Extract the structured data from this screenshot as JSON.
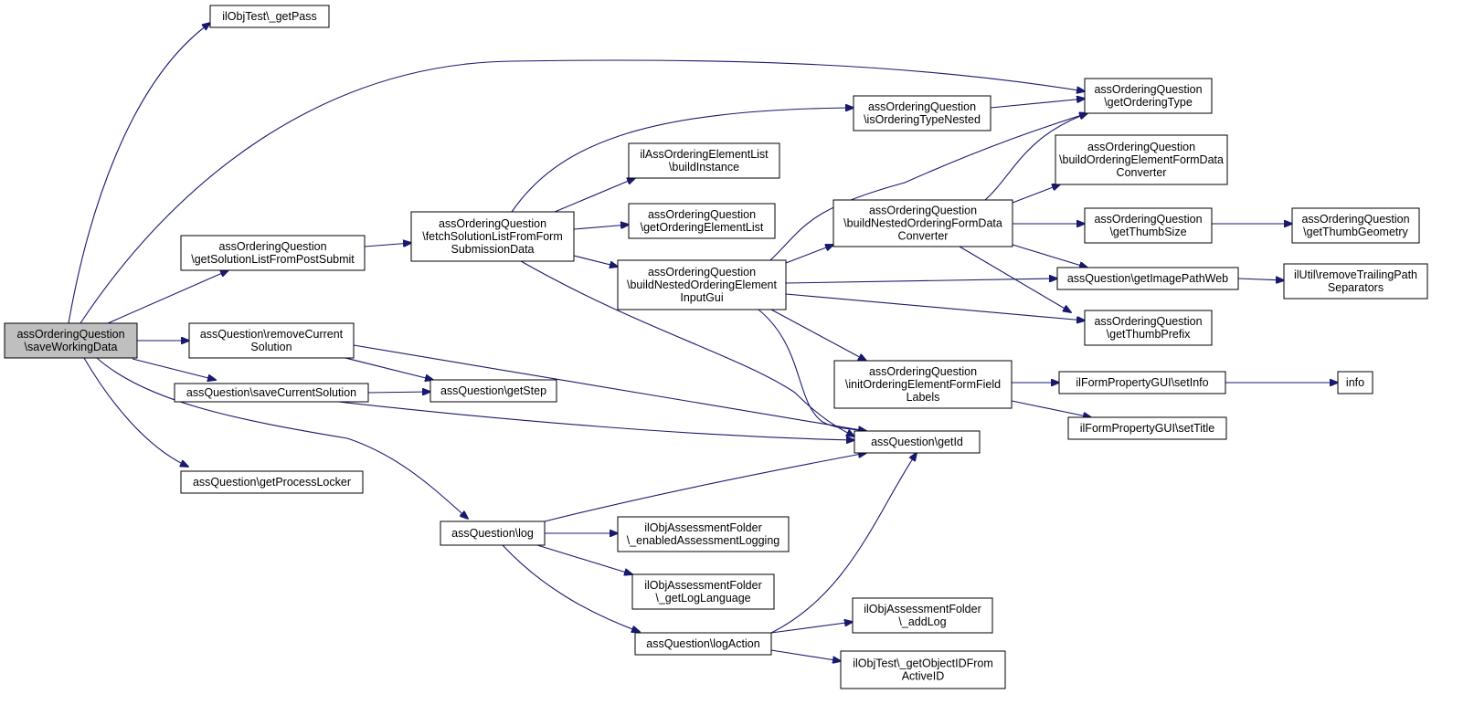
{
  "diagram": {
    "colors": {
      "edge": "#191970",
      "root_fill": "#bfbfbf",
      "node_fill": "#ffffff",
      "border": "#000000"
    },
    "nodes": [
      {
        "id": "saveWorkingData",
        "lines": [
          "assOrderingQuestion",
          "\\saveWorkingData"
        ],
        "root": true
      },
      {
        "id": "getPass",
        "lines": [
          "ilObjTest\\_getPass"
        ]
      },
      {
        "id": "getOrderingType",
        "lines": [
          "assOrderingQuestion",
          "\\getOrderingType"
        ]
      },
      {
        "id": "isOrderingTypeNested",
        "lines": [
          "assOrderingQuestion",
          "\\isOrderingTypeNested"
        ]
      },
      {
        "id": "buildInstance",
        "lines": [
          "ilAssOrderingElementList",
          "\\buildInstance"
        ]
      },
      {
        "id": "getOrderingElementList",
        "lines": [
          "assOrderingQuestion",
          "\\getOrderingElementList"
        ]
      },
      {
        "id": "buildOrderingElementFormDataConverter",
        "lines": [
          "assOrderingQuestion",
          "\\buildOrderingElementFormData",
          "Converter"
        ]
      },
      {
        "id": "getSolutionListFromPostSubmit",
        "lines": [
          "assOrderingQuestion",
          "\\getSolutionListFromPostSubmit"
        ]
      },
      {
        "id": "fetchSolutionList",
        "lines": [
          "assOrderingQuestion",
          "\\fetchSolutionListFromForm",
          "SubmissionData"
        ]
      },
      {
        "id": "buildNestedOrderingFormDataConverter",
        "lines": [
          "assOrderingQuestion",
          "\\buildNestedOrderingFormData",
          "Converter"
        ]
      },
      {
        "id": "getThumbSize",
        "lines": [
          "assOrderingQuestion",
          "\\getThumbSize"
        ]
      },
      {
        "id": "getThumbGeometry",
        "lines": [
          "assOrderingQuestion",
          "\\getThumbGeometry"
        ]
      },
      {
        "id": "buildNestedOrderingElementInputGui",
        "lines": [
          "assOrderingQuestion",
          "\\buildNestedOrderingElement",
          "InputGui"
        ]
      },
      {
        "id": "getImagePathWeb",
        "lines": [
          "assQuestion\\getImagePathWeb"
        ]
      },
      {
        "id": "removeTrailingPathSeparators",
        "lines": [
          "ilUtil\\removeTrailingPath",
          "Separators"
        ]
      },
      {
        "id": "getThumbPrefix",
        "lines": [
          "assOrderingQuestion",
          "\\getThumbPrefix"
        ]
      },
      {
        "id": "removeCurrentSolution",
        "lines": [
          "assQuestion\\removeCurrent",
          "Solution"
        ]
      },
      {
        "id": "saveCurrentSolution",
        "lines": [
          "assQuestion\\saveCurrentSolution"
        ]
      },
      {
        "id": "getStep",
        "lines": [
          "assQuestion\\getStep"
        ]
      },
      {
        "id": "initOrderingElementFormFieldLabels",
        "lines": [
          "assOrderingQuestion",
          "\\initOrderingElementFormField",
          "Labels"
        ]
      },
      {
        "id": "setInfo",
        "lines": [
          "ilFormPropertyGUI\\setInfo"
        ]
      },
      {
        "id": "info",
        "lines": [
          "info"
        ]
      },
      {
        "id": "setTitle",
        "lines": [
          "ilFormPropertyGUI\\setTitle"
        ]
      },
      {
        "id": "getId",
        "lines": [
          "assQuestion\\getId"
        ]
      },
      {
        "id": "getProcessLocker",
        "lines": [
          "assQuestion\\getProcessLocker"
        ]
      },
      {
        "id": "log",
        "lines": [
          "assQuestion\\log"
        ]
      },
      {
        "id": "enabledAssessmentLogging",
        "lines": [
          "ilObjAssessmentFolder",
          "\\_enabledAssessmentLogging"
        ]
      },
      {
        "id": "getLogLanguage",
        "lines": [
          "ilObjAssessmentFolder",
          "\\_getLogLanguage"
        ]
      },
      {
        "id": "addLog",
        "lines": [
          "ilObjAssessmentFolder",
          "\\_addLog"
        ]
      },
      {
        "id": "logAction",
        "lines": [
          "assQuestion\\logAction"
        ]
      },
      {
        "id": "getObjectIDFromActiveID",
        "lines": [
          "ilObjTest\\_getObjectIDFrom",
          "ActiveID"
        ]
      }
    ]
  }
}
